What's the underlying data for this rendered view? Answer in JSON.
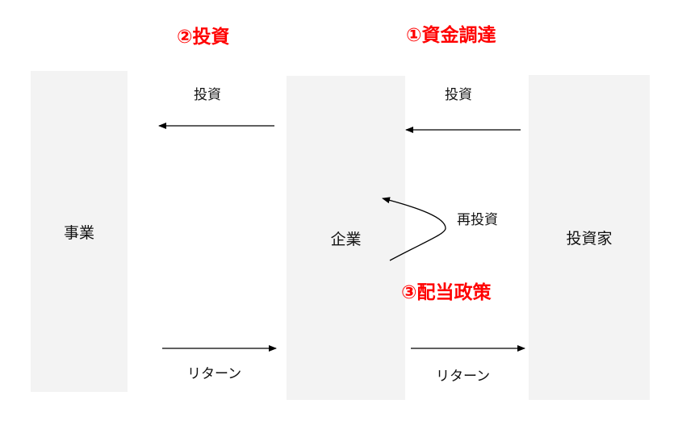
{
  "headings": {
    "investment": "②投資",
    "funding": "①資金調達",
    "dividend_policy": "③配当政策"
  },
  "nodes": {
    "business": "事業",
    "company": "企業",
    "investor": "投資家"
  },
  "flows": {
    "invest_to_business": "投資",
    "invest_to_company": "投資",
    "reinvest": "再投資",
    "return_to_company": "リターン",
    "return_to_investor": "リターン"
  },
  "colors": {
    "heading": "#ff0000",
    "node_background": "#f3f3f3",
    "arrow": "#000000"
  }
}
